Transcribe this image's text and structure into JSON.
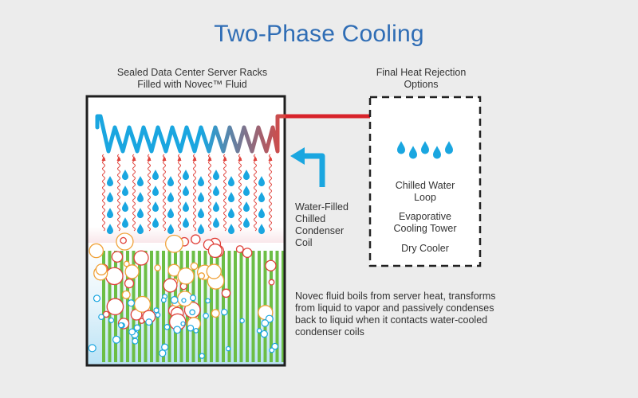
{
  "title": "Two-Phase Cooling",
  "tank": {
    "caption_line1": "Sealed Data Center Server Racks",
    "caption_line2": "Filled with Novec™ Fluid"
  },
  "rejection": {
    "caption_line1": "Final Heat Rejection",
    "caption_line2": "Options",
    "options": [
      {
        "line1": "Chilled Water",
        "line2": "Loop"
      },
      {
        "line1": "Evaporative",
        "line2": "Cooling Tower"
      },
      {
        "line1": "Dry Cooler",
        "line2": ""
      }
    ]
  },
  "coil": {
    "line1": "Water-Filled",
    "line2": "Chilled",
    "line3": "Condenser",
    "line4": "Coil"
  },
  "description": {
    "line1": "Novec fluid boils from server heat, transforms",
    "line2": "from liquid to vapor and passively condenses",
    "line3": "back to liquid when it contacts water-cooled",
    "line4": "condenser coils"
  },
  "colors": {
    "title": "#2f6db5",
    "water_blue": "#1aa6e0",
    "heat_red": "#d8232a",
    "server_green": "#6cbe45",
    "vapor_pink": "#f3d6dc",
    "liquid_blue": "#cdebf7"
  }
}
